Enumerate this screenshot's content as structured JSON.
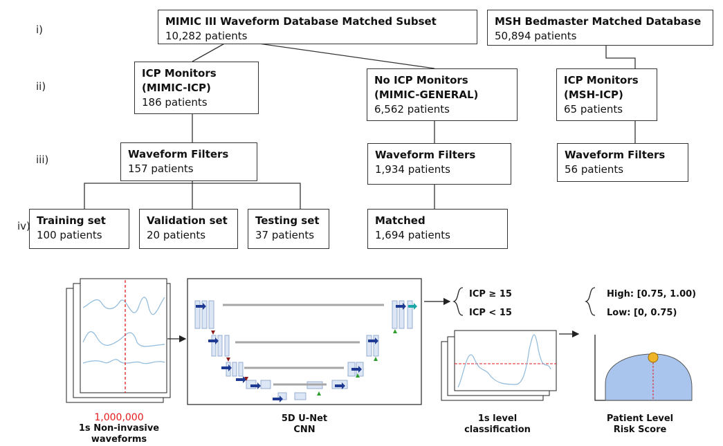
{
  "stages": [
    "i)",
    "ii)",
    "iii)",
    "iv)"
  ],
  "boxes": {
    "mimic": {
      "title": "MIMIC III Waveform Database Matched Subset",
      "count": "10,282 patients"
    },
    "msh": {
      "title": "MSH Bedmaster Matched Database",
      "count": "50,894 patients"
    },
    "icp_mimic": {
      "title1": "ICP Monitors",
      "title2": "(MIMIC-ICP)",
      "count": "186 patients"
    },
    "noicp": {
      "title1": "No ICP Monitors",
      "title2": "(MIMIC-GENERAL)",
      "count": "6,562 patients"
    },
    "icp_msh": {
      "title1": "ICP Monitors",
      "title2": "(MSH-ICP)",
      "count": "65 patients"
    },
    "wf1": {
      "title": "Waveform Filters",
      "count": "157 patients"
    },
    "wf2": {
      "title": "Waveform Filters",
      "count": "1,934  patients"
    },
    "wf3": {
      "title": "Waveform Filters",
      "count": "56 patients"
    },
    "train": {
      "title": "Training set",
      "count": "100 patients"
    },
    "val": {
      "title": "Validation set",
      "count": "20 patients"
    },
    "test": {
      "title": "Testing set",
      "count": "37 patients"
    },
    "matched": {
      "title": "Matched",
      "count": "1,694  patients"
    }
  },
  "pipeline": {
    "waveforms_count": "1,000,000",
    "waveforms_caption1": "1s Non-invasive",
    "waveforms_caption2": "waveforms",
    "unet_caption1": "5D U-Net",
    "unet_caption2": "CNN",
    "class_caption1": "1s level",
    "class_caption2": "classification",
    "risk_caption1": "Patient Level",
    "risk_caption2": "Risk Score",
    "icp_high": "ICP ≥ 15",
    "icp_low": "ICP < 15",
    "risk_high": "High: [0.75, 1.00)",
    "risk_low": "Low: [0, 0.75)"
  }
}
